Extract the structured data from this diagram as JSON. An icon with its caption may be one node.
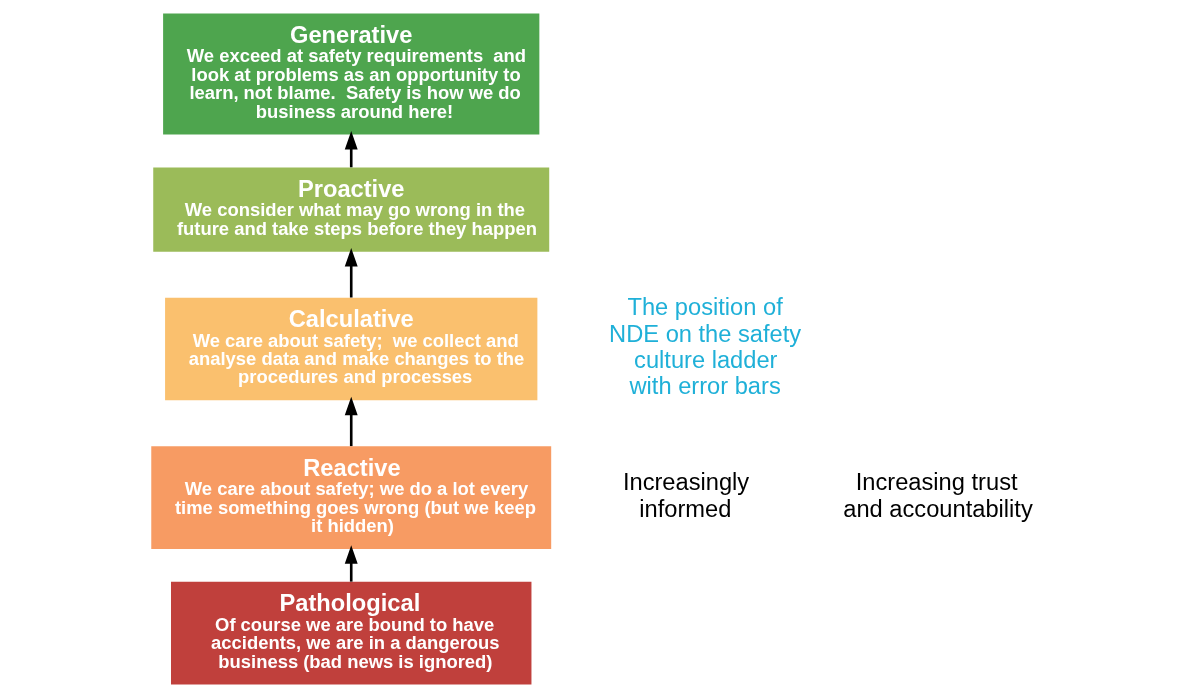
{
  "diagram": {
    "nodes": [
      {
        "text": [
          "Pathological",
          "Of course we are bound to have accidents, we are in a dangerous business (bad news is ignored)"
        ]
      },
      {
        "text": [
          "Reactive",
          "We care about safety; we do a lot every time something goes wrong (but we keep it hidden)"
        ]
      },
      {
        "text": [
          "Calculative",
          "We care about safety;  we collect and analyse data and make changes to the procedures and processes"
        ]
      },
      {
        "text": [
          "Proactive",
          "We consider what may go wrong in the future and take steps before they happen"
        ]
      },
      {
        "text": [
          "Generative",
          "We exceed at safety requirements  and look at problems as an opportunity to learn, not blame.  Safety is how we do business around here!"
        ]
      }
    ],
    "edges": [
      {
        "from": 0,
        "to": 1,
        "arrow": "to"
      },
      {
        "from": 1,
        "to": 2,
        "arrow": "to"
      },
      {
        "from": 2,
        "to": 3,
        "arrow": "to"
      },
      {
        "from": 3,
        "to": 4,
        "arrow": "to"
      }
    ],
    "labels": [
      "Increasingly informed",
      "Increasing trust and accountability",
      "The position of NDE on the safety culture ladder with error bars"
    ]
  }
}
